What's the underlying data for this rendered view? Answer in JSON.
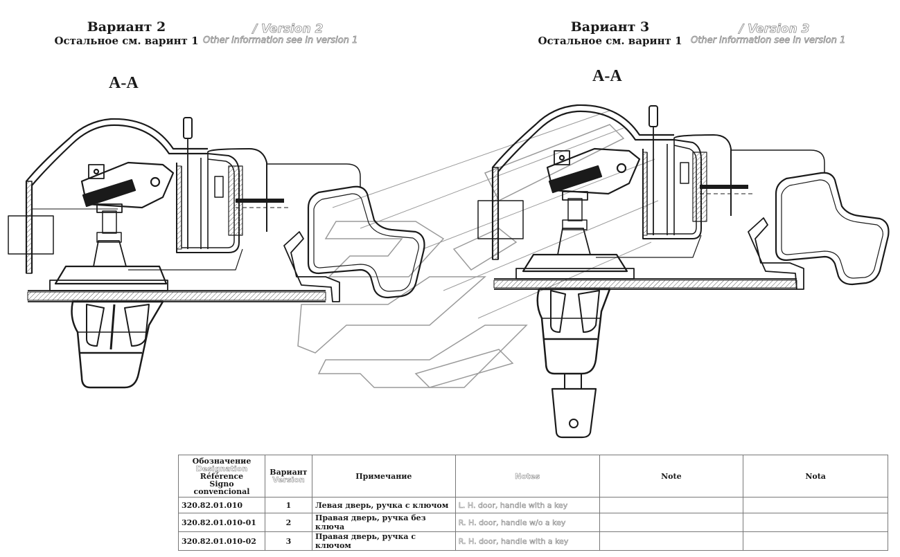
{
  "header_left": {
    "title": "Вариант 2",
    "subtitle": "Остальное см. варинт 1",
    "title_en": "/ Version 2",
    "subtitle_en": "Other information see in version 1",
    "section": "A-A"
  },
  "header_right": {
    "title": "Вариант 3",
    "subtitle": "Остальное см. варинт 1",
    "title_en": "/ Version 3",
    "subtitle_en": "Other information see in version 1",
    "section": "A-A"
  },
  "table": {
    "headers": {
      "designation_ru": "Обозначение",
      "designation_en": "Designation",
      "designation_fr": "Référence",
      "designation_es": "Signo convencional",
      "version_ru": "Вариант",
      "version_en": "Version",
      "notes_ru": "Примечание",
      "notes_en": "Notes",
      "notes_fr": "Note",
      "notes_es": "Nota"
    },
    "rows": [
      {
        "designation": "320.82.01.010",
        "version": "1",
        "note_ru": "Левая дверь, ручка с ключом",
        "note_en": "L. H. door, handle with a key",
        "note_fr": "",
        "note_es": ""
      },
      {
        "designation": "320.82.01.010-01",
        "version": "2",
        "note_ru": "Правая дверь, ручка без ключа",
        "note_en": "R. H. door, handle w/o a key",
        "note_fr": "",
        "note_es": ""
      },
      {
        "designation": "320.82.01.010-02",
        "version": "3",
        "note_ru": "Правая дверь, ручка с ключом",
        "note_en": "R. H. door, handle with a key",
        "note_fr": "",
        "note_es": ""
      }
    ]
  }
}
